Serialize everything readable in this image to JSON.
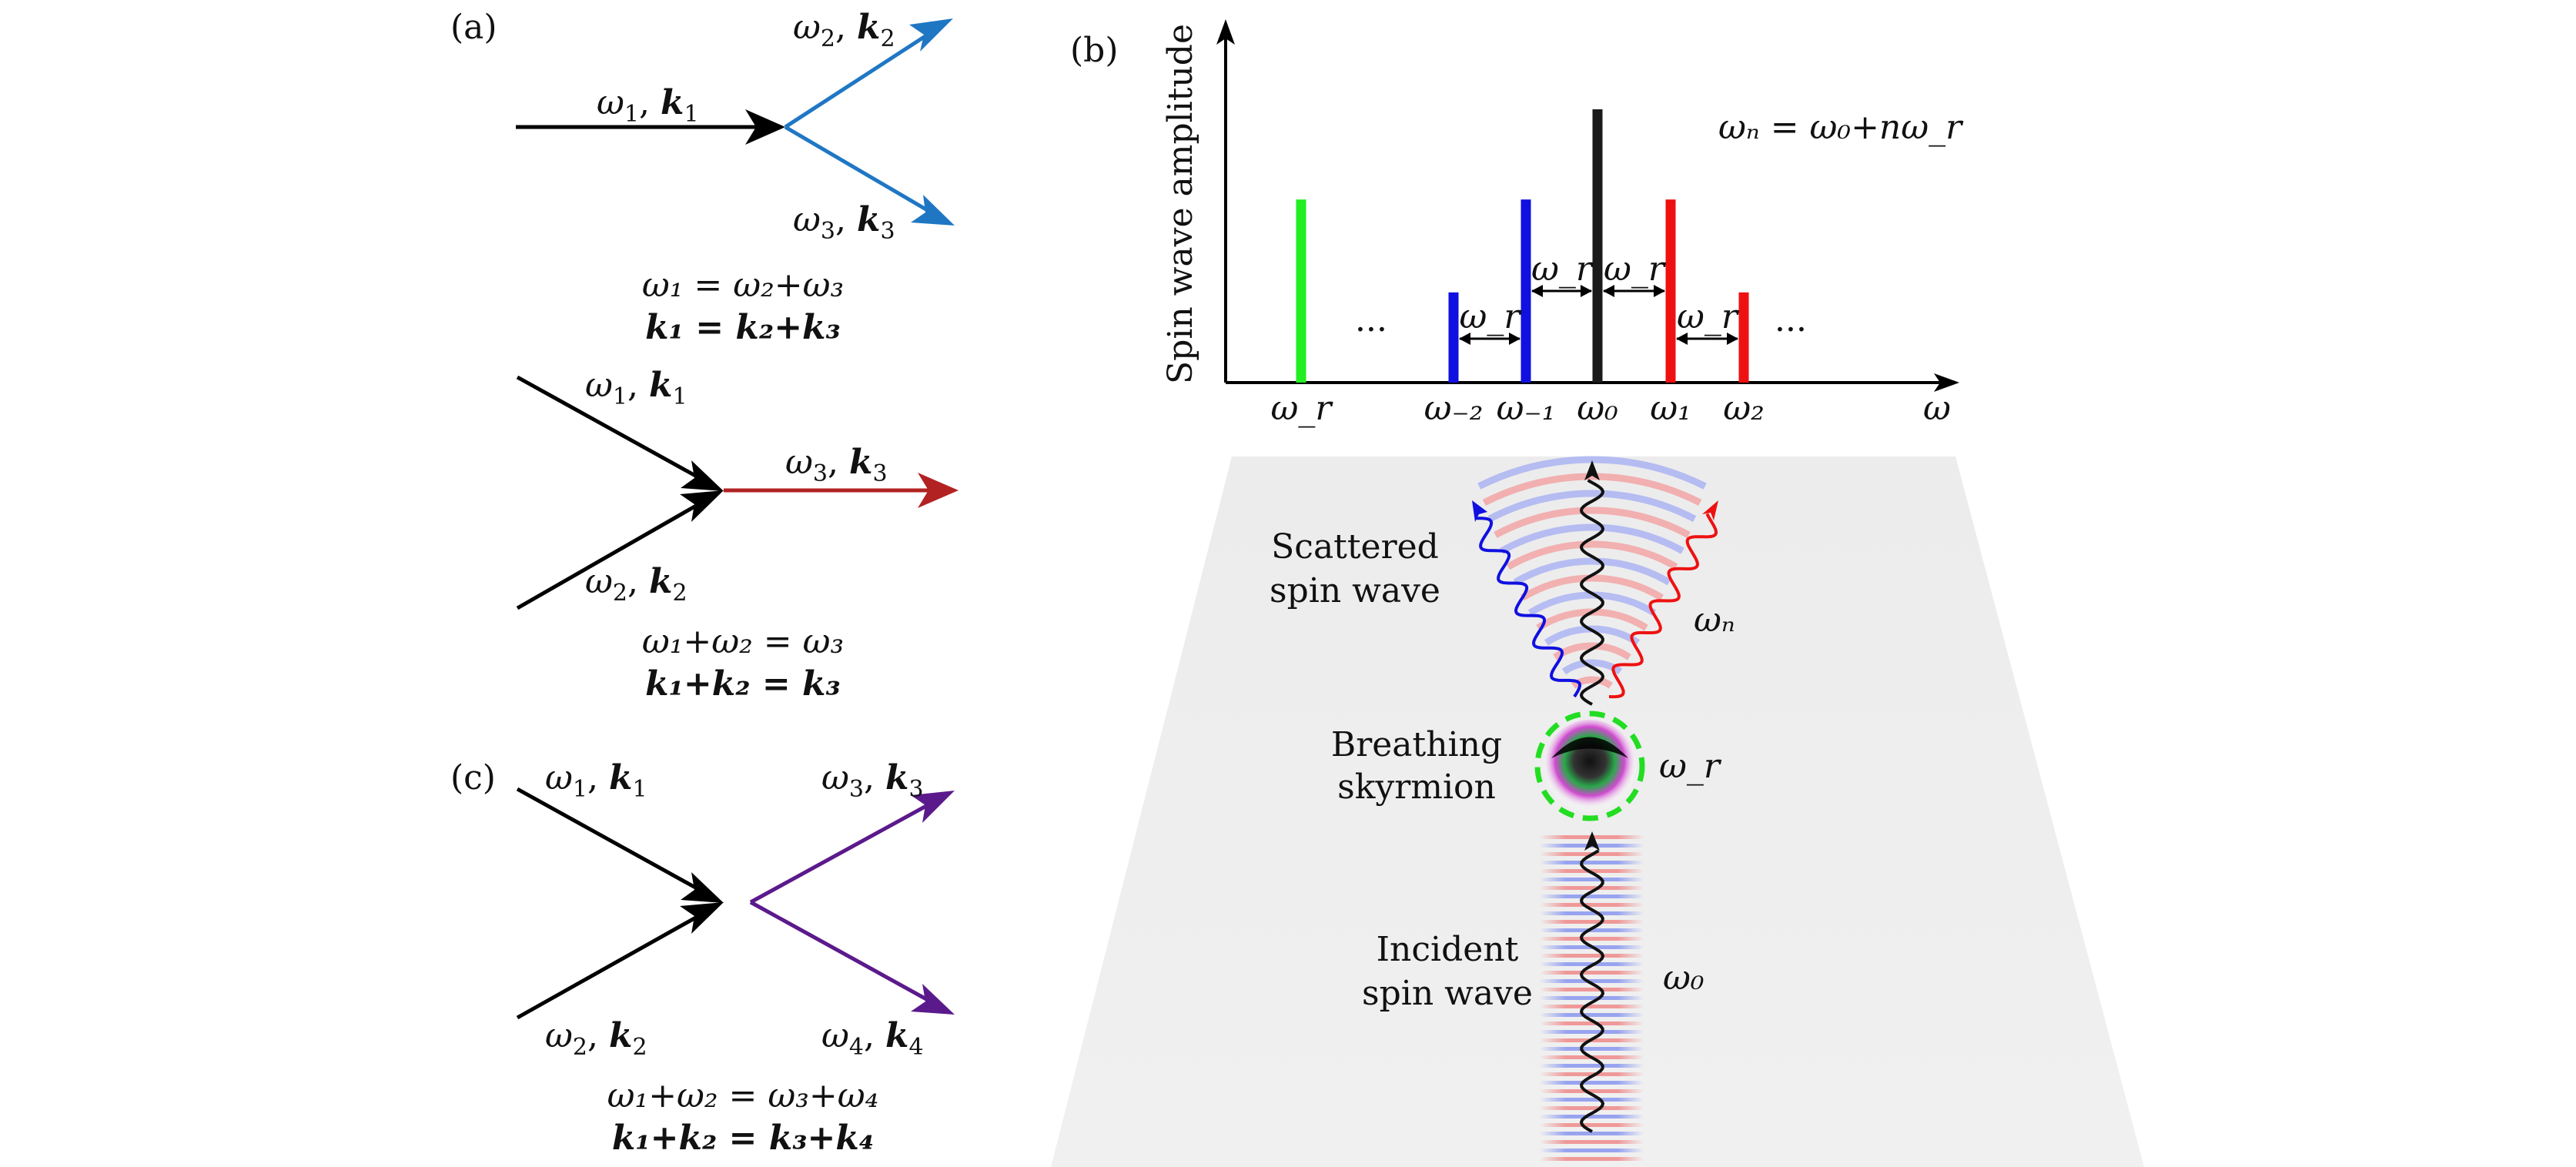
{
  "panel_a": {
    "label": "(a)",
    "split": {
      "in": {
        "w": "ω",
        "ws": "1",
        "k": "k",
        "ks": "1"
      },
      "out_top": {
        "w": "ω",
        "ws": "2",
        "k": "k",
        "ks": "2"
      },
      "out_bottom": {
        "w": "ω",
        "ws": "3",
        "k": "k",
        "ks": "3"
      },
      "eq1": "ω₁ = ω₂+ω₃",
      "eq2": "k₁ = k₂+k₃"
    },
    "merge": {
      "in_top": {
        "w": "ω",
        "ws": "1",
        "k": "k",
        "ks": "1"
      },
      "in_bottom": {
        "w": "ω",
        "ws": "2",
        "k": "k",
        "ks": "2"
      },
      "out": {
        "w": "ω",
        "ws": "3",
        "k": "k",
        "ks": "3"
      },
      "eq1": "ω₁+ω₂ = ω₃",
      "eq2": "k₁+k₂ = k₃"
    },
    "colors": {
      "split_out": "#1f77c4",
      "merge_out": "#b22222",
      "input": "#000000"
    }
  },
  "panel_c": {
    "label": "(c)",
    "in_top": {
      "w": "ω",
      "ws": "1",
      "k": "k",
      "ks": "1"
    },
    "in_bottom": {
      "w": "ω",
      "ws": "2",
      "k": "k",
      "ks": "2"
    },
    "out_top": {
      "w": "ω",
      "ws": "3",
      "k": "k",
      "ks": "3"
    },
    "out_bottom": {
      "w": "ω",
      "ws": "4",
      "k": "k",
      "ks": "4"
    },
    "eq1": "ω₁+ω₂ = ω₃+ω₄",
    "eq2": "k₁+k₂ = k₃+k₄",
    "color_out": "#5b1a8c"
  },
  "panel_b": {
    "label": "(b)",
    "ylabel": "Spin wave amplitude",
    "xlabel": "ω",
    "formula": "ωₙ = ω₀+nω_r",
    "ellipsis_left": "···",
    "ellipsis_right": "···",
    "spacing_label": "ω_r",
    "ticks": [
      "ω_r",
      "ω₋₂",
      "ω₋₁",
      "ω₀",
      "ω₁",
      "ω₂"
    ],
    "scene": {
      "scattered_line1": "Scattered",
      "scattered_line2": "spin wave",
      "breathing_line1": "Breathing",
      "breathing_line2": "skyrmion",
      "incident_line1": "Incident",
      "incident_line2": "spin wave",
      "omega_n": "ωₙ",
      "omega_r": "ω_r",
      "omega_0": "ω₀"
    }
  },
  "chart_data": {
    "type": "bar",
    "title": "",
    "xlabel": "ω",
    "ylabel": "Spin wave amplitude",
    "categories": [
      "ω_r",
      "ω₋₂",
      "ω₋₁",
      "ω₀",
      "ω₁",
      "ω₂"
    ],
    "values": [
      0.67,
      0.33,
      0.67,
      1.0,
      0.67,
      0.33
    ],
    "colors": [
      "#22ee22",
      "#1010e0",
      "#1010e0",
      "#1a1a1a",
      "#ee1111",
      "#ee1111"
    ],
    "ylim": [
      0,
      1.1
    ],
    "grid": false,
    "legend": "none"
  }
}
